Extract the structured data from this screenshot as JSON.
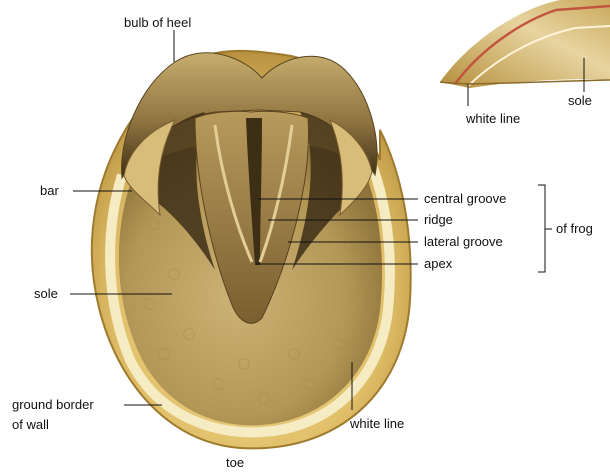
{
  "labels": {
    "bulb_of_heel": "bulb of heel",
    "white_line_top": "white line",
    "sole_top": "sole",
    "bar": "bar",
    "central_groove": "central groove",
    "ridge": "ridge",
    "lateral_groove": "lateral groove",
    "apex": "apex",
    "of_frog": "of frog",
    "sole": "sole",
    "ground_border_line1": "ground border",
    "ground_border_line2": "of wall",
    "white_line_bottom": "white line",
    "toe": "toe"
  },
  "colors": {
    "wall_outer": "#d9b65c",
    "wall_inner": "#f2e3a8",
    "sole": "#c3a663",
    "frog": "#8a6f3c",
    "shadow": "#3d2e16",
    "heel": "#9c8148"
  }
}
